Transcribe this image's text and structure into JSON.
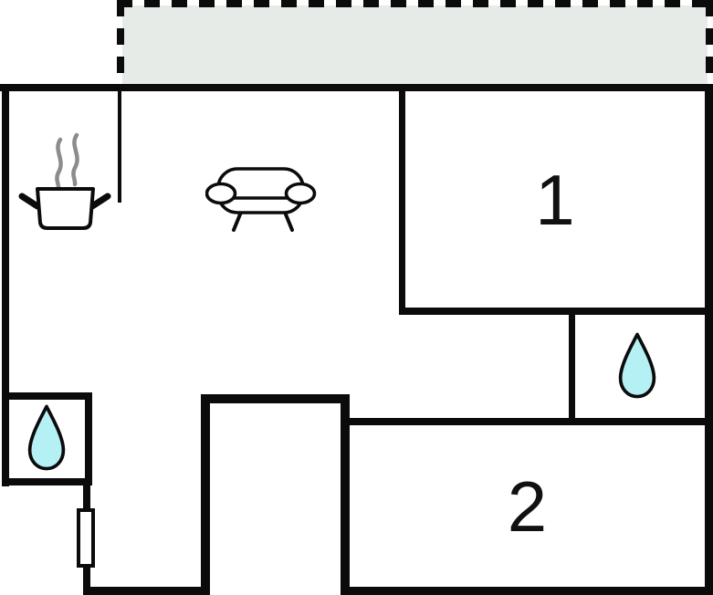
{
  "floor_plan": {
    "rooms": [
      {
        "name": "bedroom-1",
        "label": "1"
      },
      {
        "name": "bedroom-2",
        "label": "2"
      }
    ],
    "icons": [
      {
        "name": "cooking-pot-icon",
        "area": "kitchen"
      },
      {
        "name": "steam-icon",
        "area": "kitchen"
      },
      {
        "name": "sofa-icon",
        "area": "living-room"
      },
      {
        "name": "water-drop-icon",
        "area": "bathroom-left"
      },
      {
        "name": "water-drop-icon",
        "area": "bathroom-right"
      },
      {
        "name": "window-icon",
        "area": "left-wall"
      }
    ],
    "terrace": {
      "outline": "dashed"
    },
    "colors": {
      "wall": "#0b0b0b",
      "terrace_fill": "#e7ebe8",
      "water_drop_fill": "#b5f1f4",
      "steam": "#8c8c8c",
      "background": "#ffffff",
      "label": "#111111"
    }
  }
}
